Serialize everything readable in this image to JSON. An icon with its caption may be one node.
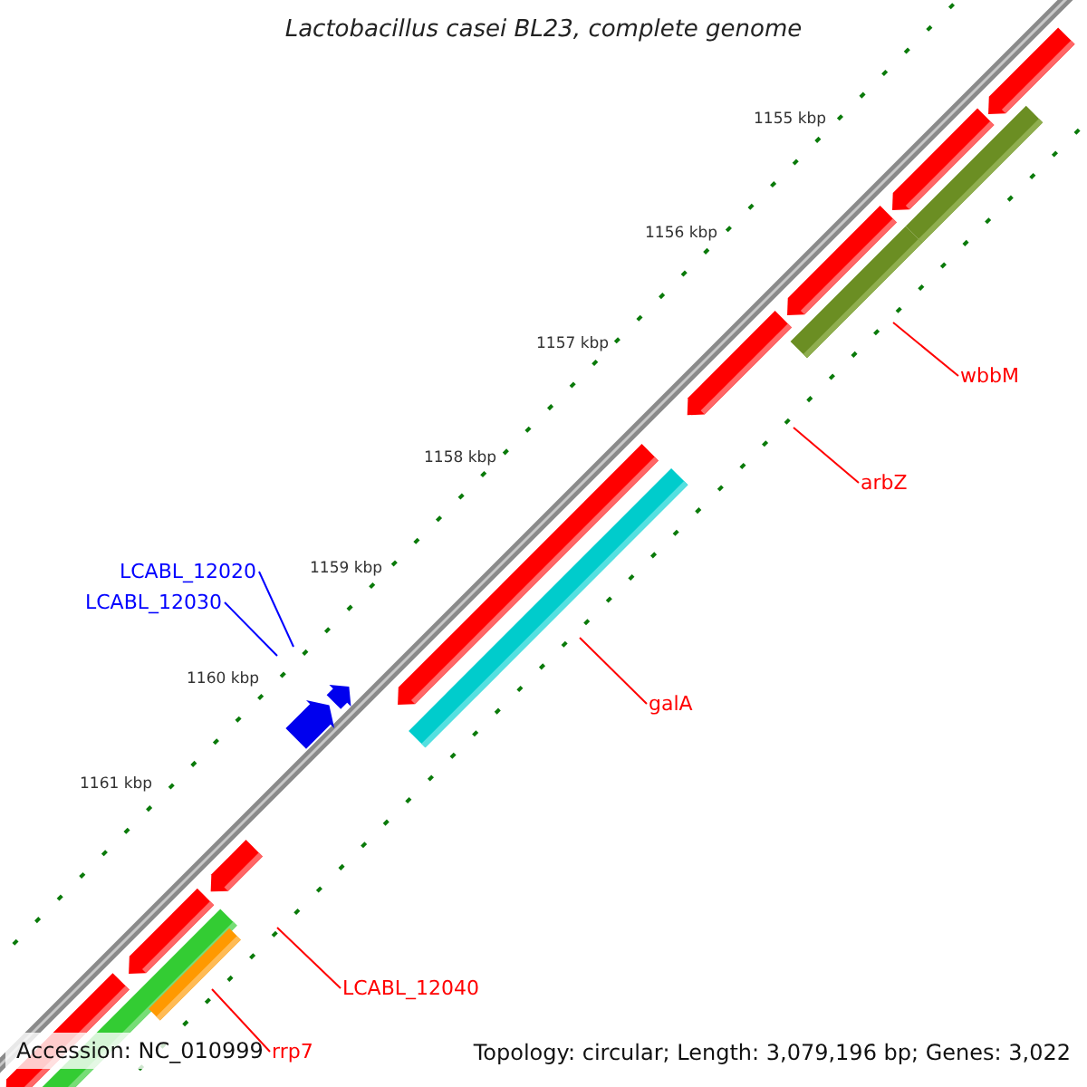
{
  "diagram": {
    "title": "Lactobacillus casei BL23, complete genome",
    "nodes": [
      {
        "text": [
          "wbbM"
        ]
      },
      {
        "text": [
          "arbZ"
        ]
      },
      {
        "text": [
          "galA"
        ]
      },
      {
        "text": [
          "LCABL_12020"
        ]
      },
      {
        "text": [
          "LCABL_12030"
        ]
      },
      {
        "text": [
          "LCABL_12040"
        ]
      },
      {
        "text": [
          "rrp7"
        ]
      }
    ],
    "edges": [
      {
        "from": 0,
        "to": null,
        "arrow": "none"
      },
      {
        "from": 1,
        "to": null,
        "arrow": "none"
      },
      {
        "from": 2,
        "to": null,
        "arrow": "none"
      },
      {
        "from": 3,
        "to": null,
        "arrow": "none",
        "color": "#0000ff"
      },
      {
        "from": 4,
        "to": null,
        "arrow": "none",
        "color": "#0000ff"
      },
      {
        "from": 5,
        "to": null,
        "arrow": "none"
      },
      {
        "from": 6,
        "to": null,
        "arrow": "none"
      }
    ],
    "labels": [
      "1155 kbp",
      "1156 kbp",
      "1157 kbp",
      "1158 kbp",
      "1159 kbp",
      "1160 kbp",
      "1161 kbp",
      "Accession: NC_010999",
      "Topology: circular; Length: 3,079,196 bp; Genes: 3,022"
    ]
  }
}
